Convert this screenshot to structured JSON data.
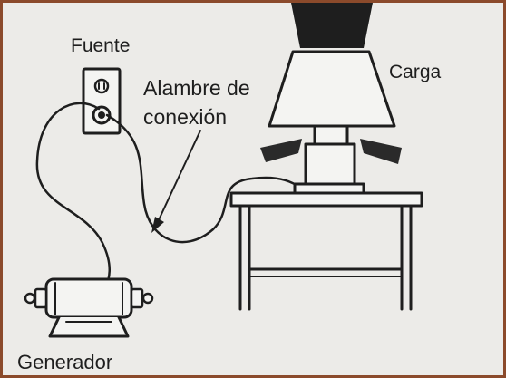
{
  "labels": {
    "fuente": "Fuente",
    "alambre_line1": "Alambre de",
    "alambre_line2": "conexión",
    "carga": "Carga",
    "generador": "Generador"
  },
  "colors": {
    "border": "#8b4a2b",
    "background": "#ecebe8",
    "ink": "#1e1e1e"
  }
}
